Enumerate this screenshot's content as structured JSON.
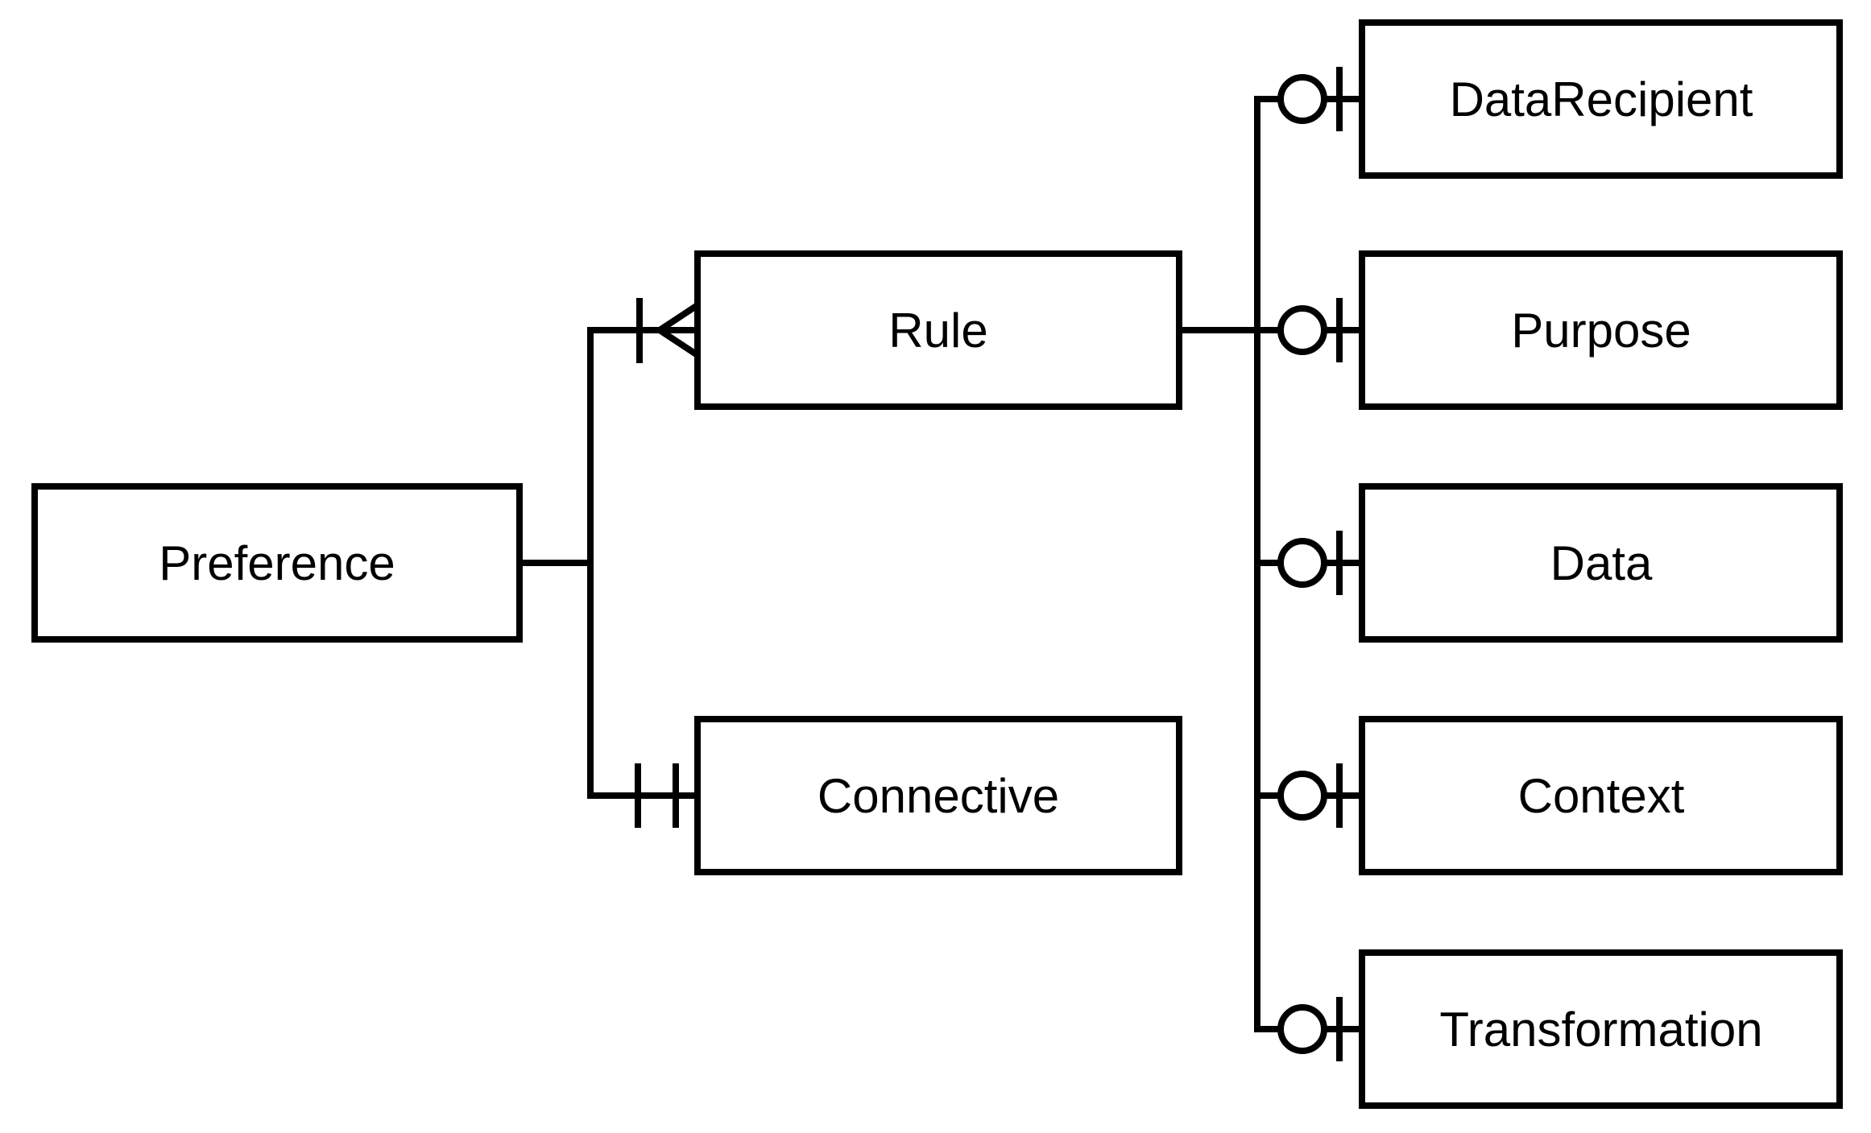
{
  "diagram": {
    "kind": "entity-relationship-model",
    "background_color": "#ffffff",
    "line_color": "#000000",
    "text_color": "#000000"
  },
  "entities": {
    "preference": {
      "label": "Preference"
    },
    "rule": {
      "label": "Rule"
    },
    "connective": {
      "label": "Connective"
    },
    "data_recipient": {
      "label": "DataRecipient"
    },
    "purpose": {
      "label": "Purpose"
    },
    "data": {
      "label": "Data"
    },
    "context": {
      "label": "Context"
    },
    "transformation": {
      "label": "Transformation"
    }
  },
  "connections": [
    {
      "from": "Preference",
      "to": "Rule",
      "symbol_at_target": "one-bar-and-crow-foot-many"
    },
    {
      "from": "Preference",
      "to": "Connective",
      "symbol_at_target": "double-bar-one-and-only-one"
    },
    {
      "from": "Rule",
      "to": "DataRecipient",
      "symbol_at_target": "circle-and-bar-zero-or-one"
    },
    {
      "from": "Rule",
      "to": "Purpose",
      "symbol_at_target": "circle-and-bar-zero-or-one"
    },
    {
      "from": "Rule",
      "to": "Data",
      "symbol_at_target": "circle-and-bar-zero-or-one"
    },
    {
      "from": "Rule",
      "to": "Context",
      "symbol_at_target": "circle-and-bar-zero-or-one"
    },
    {
      "from": "Rule",
      "to": "Transformation",
      "symbol_at_target": "circle-and-bar-zero-or-one"
    }
  ]
}
